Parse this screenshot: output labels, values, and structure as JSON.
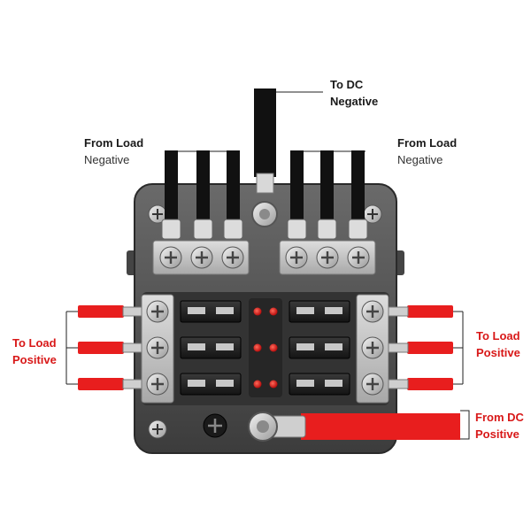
{
  "labels": {
    "to_dc_negative": {
      "line1": "To DC",
      "line2": "Negative"
    },
    "from_load_negative_left": {
      "line1": "From Load",
      "line2": "Negative"
    },
    "from_load_negative_right": {
      "line1": "From Load",
      "line2": "Negative"
    },
    "to_load_positive_left": {
      "line1": "To Load",
      "line2": "Positive"
    },
    "to_load_positive_right": {
      "line1": "To Load",
      "line2": "Positive"
    },
    "from_dc_positive": {
      "line1": "From DC",
      "line2": "Positive"
    }
  },
  "colors": {
    "positive_wire": "#e81e1e",
    "negative_wire": "#111111",
    "body": "#555555",
    "indicator_led": "#e02020"
  },
  "icons": [
    "screw-terminal-icon",
    "blade-fuse-icon",
    "indicator-led-icon",
    "ring-terminal-icon"
  ]
}
